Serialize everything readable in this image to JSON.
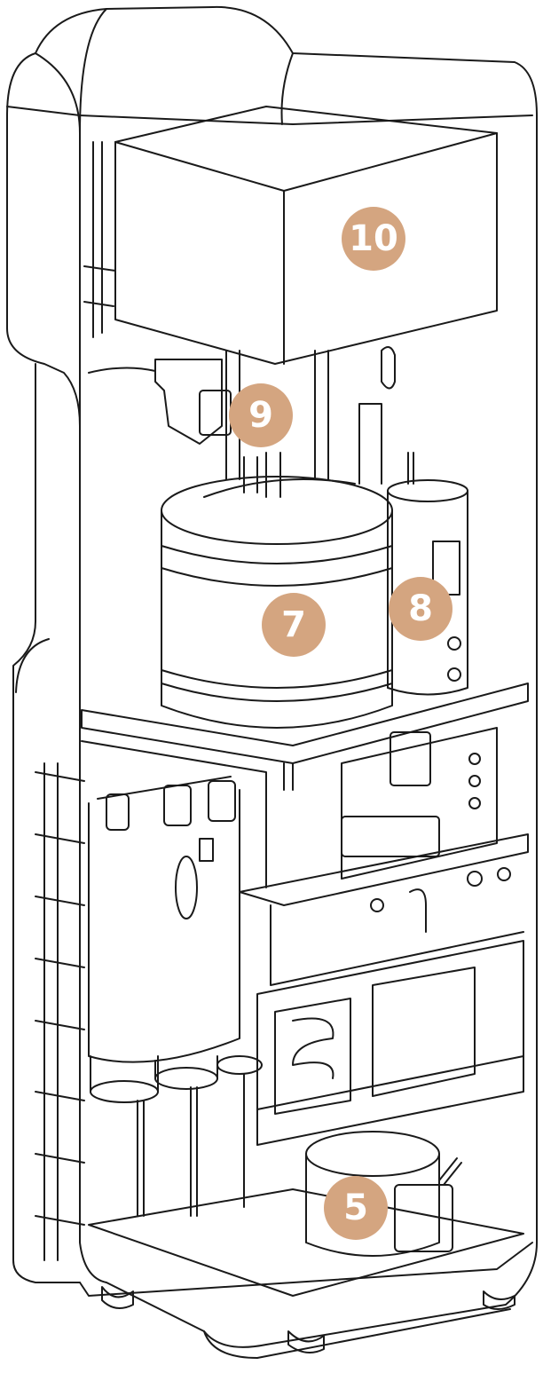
{
  "callout_color": "#d4a580",
  "line_color": "#1a1a1a",
  "callouts": [
    {
      "id": "c10",
      "label": "10"
    },
    {
      "id": "c9",
      "label": "9"
    },
    {
      "id": "c7",
      "label": "7"
    },
    {
      "id": "c8",
      "label": "8"
    },
    {
      "id": "c5",
      "label": "5"
    }
  ]
}
